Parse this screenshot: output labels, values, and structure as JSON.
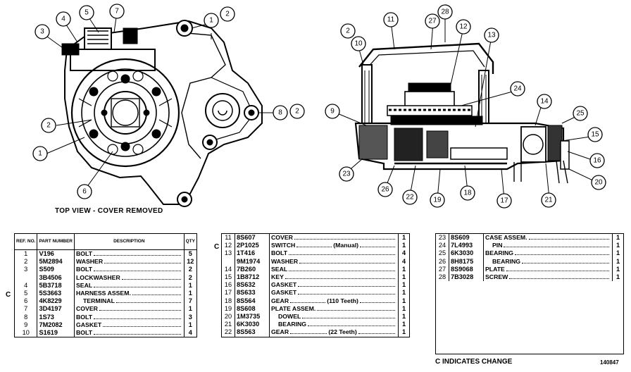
{
  "left_view": {
    "caption": "TOP VIEW - COVER REMOVED",
    "callouts": [
      "4",
      "5",
      "7",
      "3",
      "1",
      "2",
      "1",
      "2",
      "8",
      "2",
      "6"
    ]
  },
  "right_view": {
    "callouts": [
      "2",
      "10",
      "11",
      "27",
      "28",
      "12",
      "13",
      "9",
      "24",
      "14",
      "25",
      "15",
      "16",
      "20",
      "23",
      "26",
      "22",
      "19",
      "18",
      "17",
      "21"
    ]
  },
  "table": {
    "headers": {
      "ref": "REF. NO.",
      "part": "PART NUMBER",
      "desc": "DESCRIPTION",
      "qty": "QTY"
    },
    "rows_a": [
      {
        "ref": "1",
        "part": "V196",
        "desc": "BOLT",
        "qty": "5"
      },
      {
        "ref": "2",
        "part": "5M2894",
        "desc": "WASHER",
        "qty": "12"
      },
      {
        "ref": "3",
        "part": "S509",
        "desc": "BOLT",
        "qty": "2"
      },
      {
        "ref": "",
        "part": "3B4506",
        "desc": "LOCKWASHER",
        "qty": "2"
      },
      {
        "ref": "4",
        "part": "5B3718",
        "desc": "SEAL",
        "qty": "1"
      },
      {
        "ref": "5",
        "part": "5S3663",
        "desc": "HARNESS ASSEM.",
        "qty": "1"
      },
      {
        "ref": "6",
        "part": "4K8229",
        "desc": "TERMINAL",
        "qty": "7"
      },
      {
        "ref": "7",
        "part": "3D4197",
        "desc": "COVER",
        "qty": "1"
      },
      {
        "ref": "8",
        "part": "1S73",
        "desc": "BOLT",
        "qty": "3"
      },
      {
        "ref": "9",
        "part": "7M2082",
        "desc": "GASKET",
        "qty": "1"
      },
      {
        "ref": "10",
        "part": "S1619",
        "desc": "BOLT",
        "qty": "4"
      }
    ],
    "rows_b": [
      {
        "ref": "11",
        "part": "8S607",
        "desc": "COVER",
        "qty": "1"
      },
      {
        "ref": "12",
        "part": "2P1025",
        "desc": "SWITCH",
        "note": "(Manual)",
        "qty": "1"
      },
      {
        "ref": "13",
        "part": "1T416",
        "desc": "BOLT",
        "qty": "4"
      },
      {
        "ref": "",
        "part": "9M1974",
        "desc": "WASHER",
        "qty": "4"
      },
      {
        "ref": "14",
        "part": "7B260",
        "desc": "SEAL",
        "qty": "1"
      },
      {
        "ref": "15",
        "part": "1B8712",
        "desc": "KEY",
        "qty": "1"
      },
      {
        "ref": "16",
        "part": "8S632",
        "desc": "GASKET",
        "qty": "1"
      },
      {
        "ref": "17",
        "part": "8S633",
        "desc": "GASKET",
        "qty": "1"
      },
      {
        "ref": "18",
        "part": "8S564",
        "desc": "GEAR",
        "note": "(110 Teeth)",
        "qty": "1"
      },
      {
        "ref": "19",
        "part": "8S608",
        "desc": "PLATE ASSEM.",
        "qty": "1"
      },
      {
        "ref": "20",
        "part": "1M3735",
        "desc": "DOWEL",
        "qty": "1"
      },
      {
        "ref": "21",
        "part": "6K3030",
        "desc": "BEARING",
        "qty": "1"
      },
      {
        "ref": "22",
        "part": "8S563",
        "desc": "GEAR",
        "note": "(22 Teeth)",
        "qty": "1"
      }
    ],
    "rows_c": [
      {
        "ref": "23",
        "part": "8S609",
        "desc": "CASE ASSEM.",
        "qty": "1"
      },
      {
        "ref": "24",
        "part": "7L4993",
        "desc": "PIN",
        "qty": "1"
      },
      {
        "ref": "25",
        "part": "6K3030",
        "desc": "BEARING",
        "qty": "1"
      },
      {
        "ref": "26",
        "part": "8H8175",
        "desc": "BEARING",
        "qty": "1"
      },
      {
        "ref": "27",
        "part": "8S9068",
        "desc": "PLATE",
        "qty": "1"
      },
      {
        "ref": "28",
        "part": "7B3028",
        "desc": "SCREW",
        "qty": "1"
      }
    ],
    "change_mark": "C"
  },
  "footnote": "C INDICATES CHANGE",
  "drawing_number": "140847"
}
